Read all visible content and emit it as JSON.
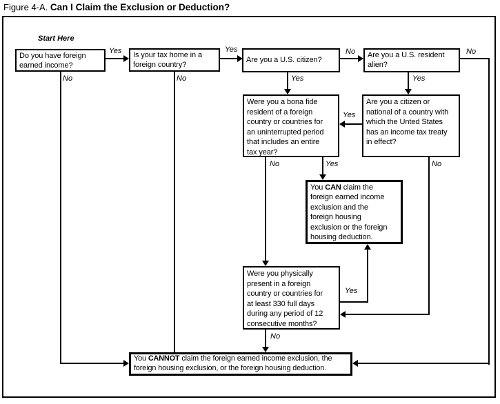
{
  "figure": {
    "title_prefix": "Figure 4-A. ",
    "title_main": "Can I Claim the Exclusion or Deduction?",
    "start_label": "Start Here"
  },
  "nodes": {
    "foreign_income": "Do you have foreign\nearned income?",
    "tax_home": "Is your tax home in a\nforeign country?",
    "us_citizen": "Are you a U.S. citizen?",
    "resident_alien": "Are you a U.S. resident\nalien?",
    "bona_fide": "Were you a bona fide\nresident of a foreign\ncountry or countries for\nan uninterrupted period\nthat includes an entire\ntax year?",
    "tax_treaty": "Are you a citizen or\nnational of a country with\nwhich the Unted States\nhas an income tax treaty\nin effect?",
    "physical_presence": "Were you physically\npresent in a foreign\ncountry or countries for\nat least 330 full days\nduring any period of 12\nconsecutive months?",
    "can_claim": {
      "pre": "You ",
      "bold": "CAN",
      "post": " claim the\nforeign earned income\nexclusion and the\nforeign housing\nexclusion or the foreign\nhousing deduction."
    },
    "cannot_claim": {
      "pre": "You ",
      "bold": "CANNOT",
      "post": " claim the foreign earned income exclusion, the\nforeign housing exclusion, or the foreign housing deduction."
    }
  },
  "edge_labels": {
    "income_yes": "Yes",
    "income_no": "No",
    "tax_home_yes": "Yes",
    "tax_home_no": "No",
    "citizen_no": "No",
    "citizen_yes": "Yes",
    "alien_no": "No",
    "alien_yes": "Yes",
    "treaty_yes": "Yes",
    "bona_fide_no": "No",
    "bona_fide_yes": "Yes",
    "treaty_no": "No",
    "physical_yes": "Yes",
    "physical_no": "No"
  },
  "colors": {
    "line": "#000000",
    "text": "#000000",
    "background": "#ffffff"
  }
}
